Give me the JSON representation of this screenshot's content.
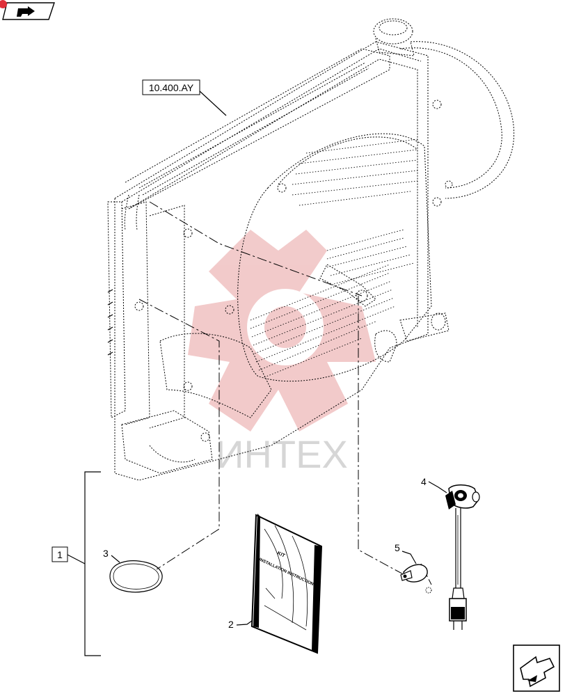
{
  "reference_label": "10.400.AY",
  "kit_label": "1",
  "callouts": [
    {
      "id": "2",
      "part": "manual"
    },
    {
      "id": "3",
      "part": "gasket-ring"
    },
    {
      "id": "4",
      "part": "heater-sensor"
    },
    {
      "id": "5",
      "part": "clip"
    }
  ],
  "manual_title_lines": [
    "KIT",
    "INSTALLATION INSTRUCTIONS"
  ],
  "watermark_text": "ИНТЕХ",
  "colors": {
    "line": "#000000",
    "watermark": "#e8a0a0",
    "watermark_text": "#d6d6d6",
    "corner_badge": "#e0303a"
  }
}
